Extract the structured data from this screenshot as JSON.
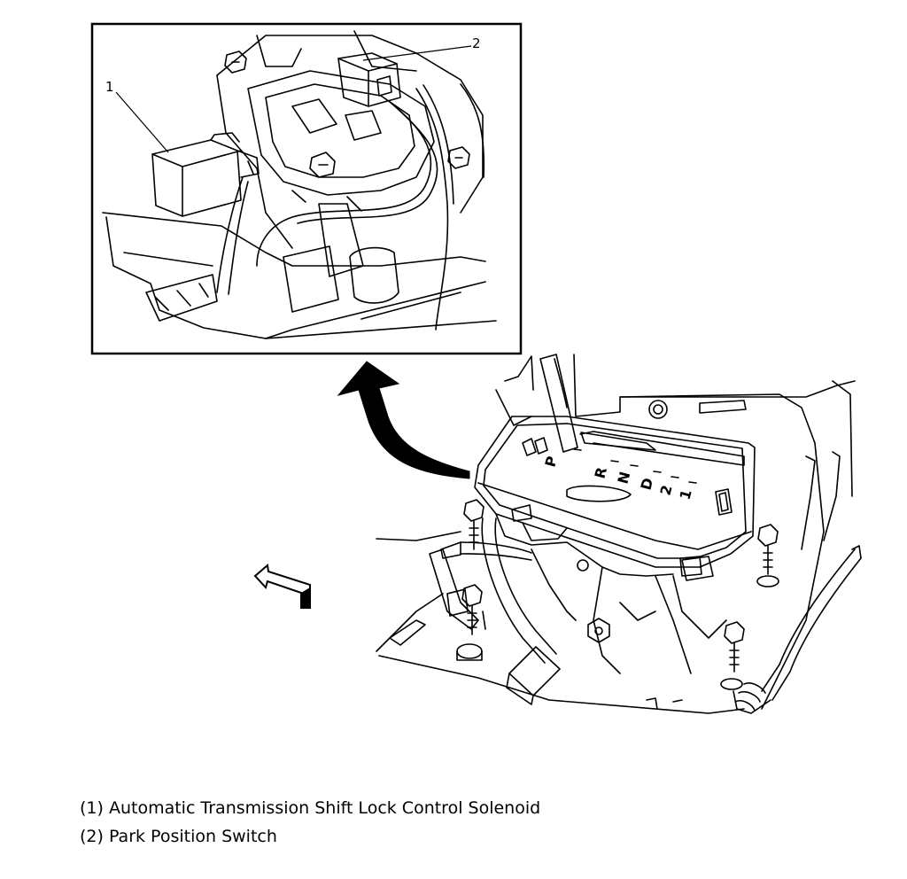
{
  "callouts": [
    {
      "number": "1",
      "description": "Automatic Transmission Shift Lock Control Solenoid"
    },
    {
      "number": "2",
      "description": "Park Position Switch"
    }
  ],
  "legend": [
    "(1) Automatic Transmission Shift Lock Control Solenoid",
    "(2) Park Position Switch"
  ],
  "gear_indicator": [
    "P",
    "R",
    "N",
    "D",
    "2",
    "1"
  ]
}
